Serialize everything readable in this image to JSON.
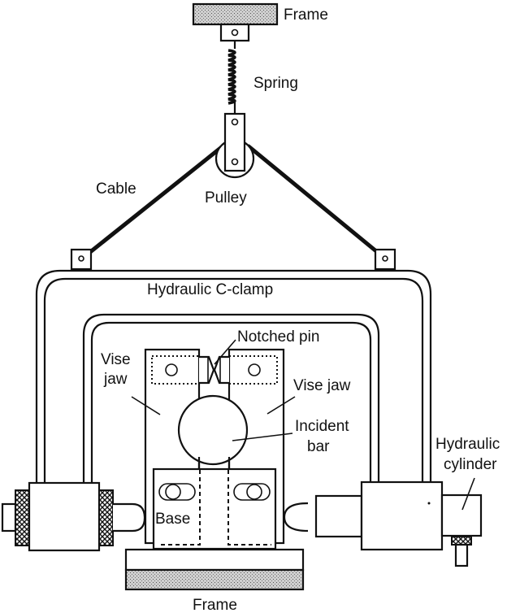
{
  "title": "Hydraulic C-clamp notched pin test fixture",
  "labels": {
    "frame_top": "Frame",
    "spring": "Spring",
    "cable": "Cable",
    "pulley": "Pulley",
    "c_clamp": "Hydraulic C-clamp",
    "notched_pin": "Notched pin",
    "vise_jaw_left_line1": "Vise",
    "vise_jaw_left_line2": "jaw",
    "vise_jaw_right": "Vise jaw",
    "incident_bar_line1": "Incident",
    "incident_bar_line2": "bar",
    "hydraulic_cylinder_line1": "Hydraulic",
    "hydraulic_cylinder_line2": "cylinder",
    "base": "Base",
    "frame_bottom": "Frame"
  },
  "colors": {
    "ink": "#111111",
    "frame_fill": "#bdbdbd",
    "background": "#ffffff"
  }
}
